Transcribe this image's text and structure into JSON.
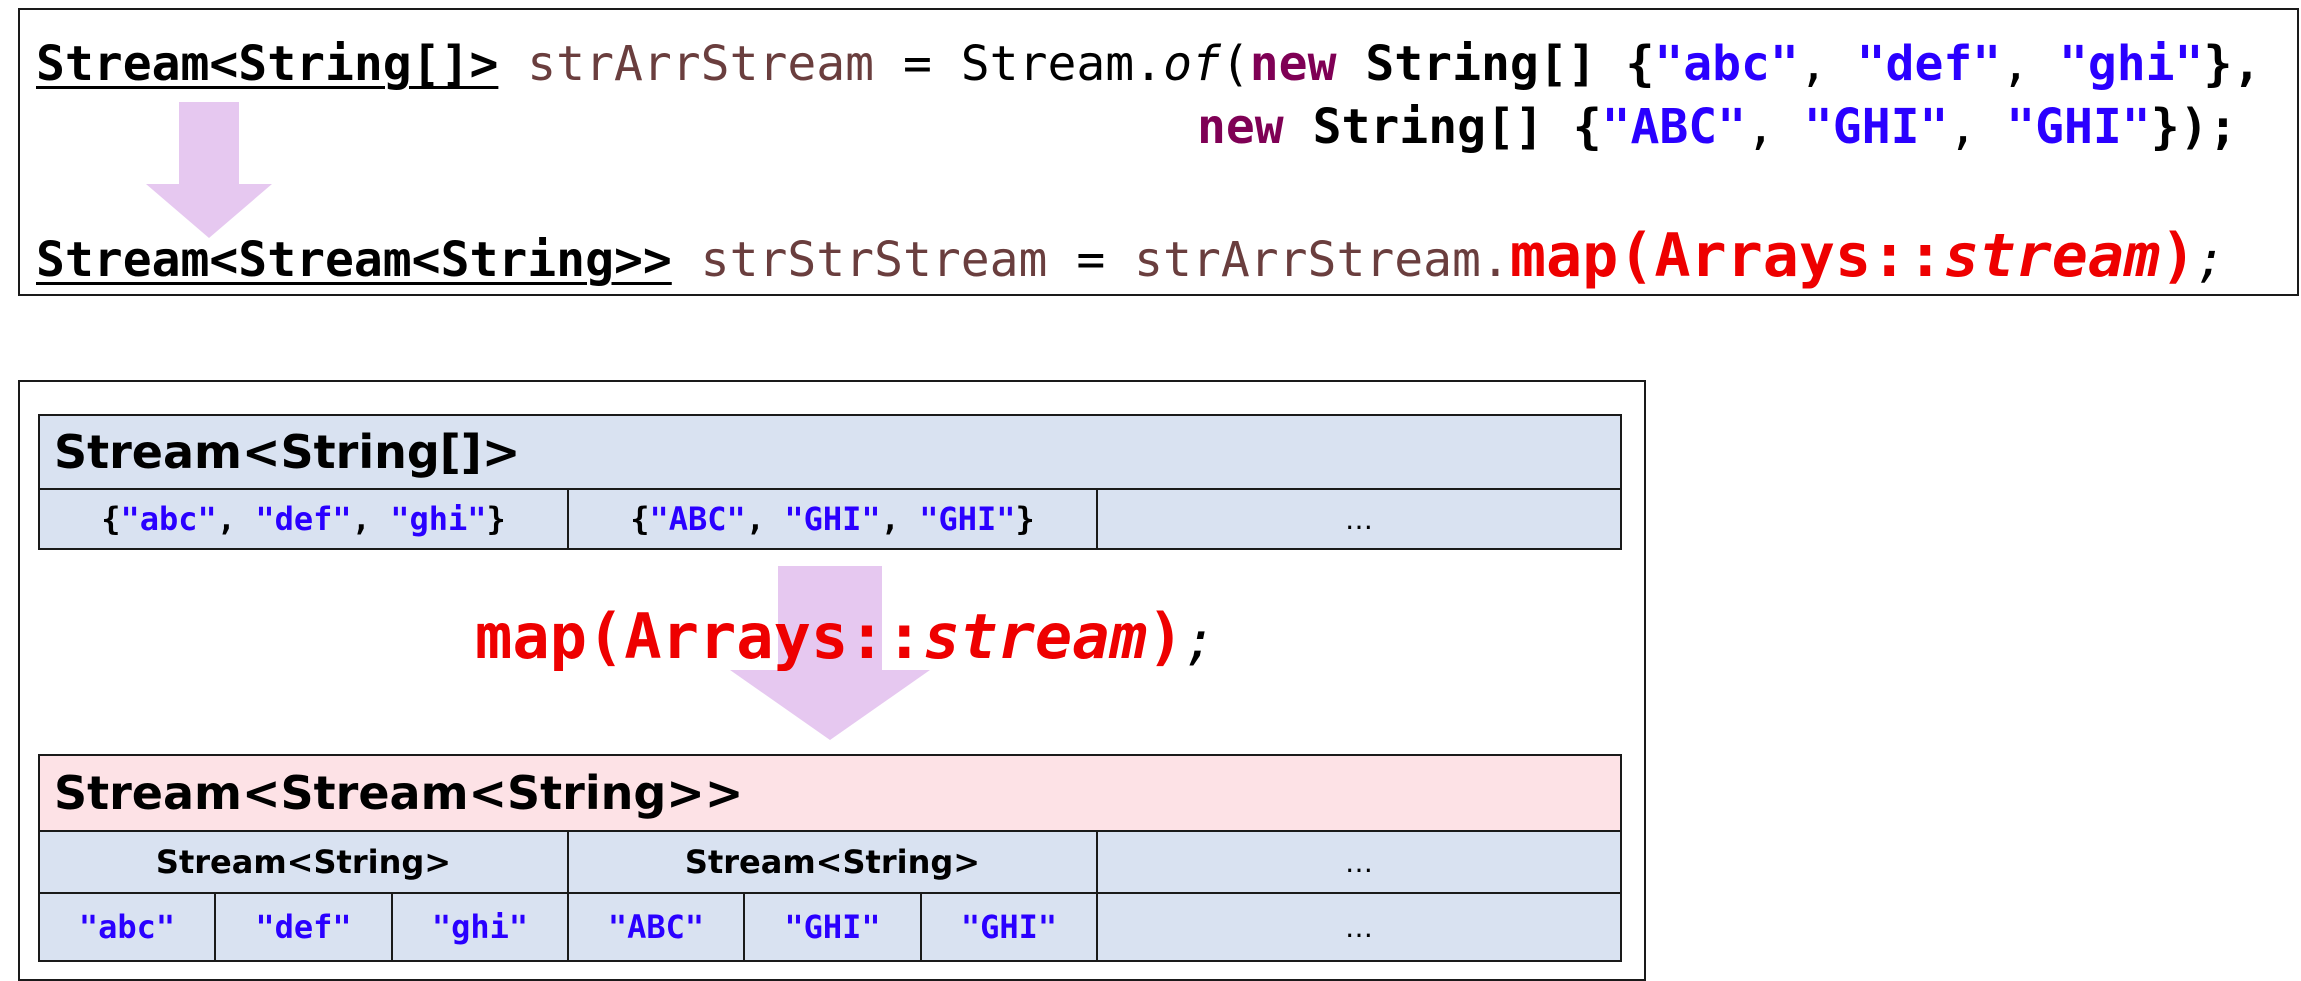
{
  "code": {
    "line1": {
      "type": "Stream<String[]>",
      "var": "strArrStream",
      "eq": " = ",
      "cls": "Stream.",
      "method": "of",
      "open": "(",
      "kw1": "new",
      "arrType1": " String[] ",
      "brace1_open": "{",
      "s1": "\"abc\"",
      "c1": ", ",
      "s2": "\"def\"",
      "c2": ", ",
      "s3": "\"ghi\"",
      "brace1_close": "},"
    },
    "line2": {
      "kw2": "new",
      "arrType2": " String[] ",
      "brace2_open": "{",
      "s4": "\"ABC\"",
      "c3": ", ",
      "s5": "\"GHI\"",
      "c4": ", ",
      "s6": "\"GHI\"",
      "close": "});"
    },
    "line3": {
      "type": "Stream<Stream<String>>",
      "var": "strStrStream",
      "eq": " = ",
      "var2": "strArrStream",
      "dot": ".",
      "map_prefix": "map(Arrays::",
      "map_method": "stream",
      "map_suffix": ")",
      "semi": ";"
    }
  },
  "diagram": {
    "top_table": {
      "header": "Stream<String[]>",
      "cells": [
        {
          "open": "{",
          "a": "\"abc\"",
          "sep1": ", ",
          "b": "\"def\"",
          "sep2": ", ",
          "c": "\"ghi\"",
          "close": "}"
        },
        {
          "open": "{",
          "a": "\"ABC\"",
          "sep1": ", ",
          "b": "\"GHI\"",
          "sep2": ", ",
          "c": "\"GHI\"",
          "close": "}"
        }
      ],
      "ellipsis": "…"
    },
    "operation": {
      "prefix": "map(Arrays::",
      "method": "stream",
      "suffix": ")",
      "semi": ";"
    },
    "bottom_table": {
      "header": "Stream<Stream<String>>",
      "group_headers": [
        "Stream<String>",
        "Stream<String>",
        "…"
      ],
      "values": [
        "\"abc\"",
        "\"def\"",
        "\"ghi\"",
        "\"ABC\"",
        "\"GHI\"",
        "\"GHI\""
      ],
      "ellipsis": "…"
    }
  },
  "colors": {
    "keyword": "#7f0055",
    "string": "#2a00ff",
    "variable": "#6a3e3e",
    "highlight_red": "#ee0000",
    "arrow": "#e6c8f0",
    "blue_cell": "#d9e2f1",
    "pink_header": "#fde2e6"
  }
}
